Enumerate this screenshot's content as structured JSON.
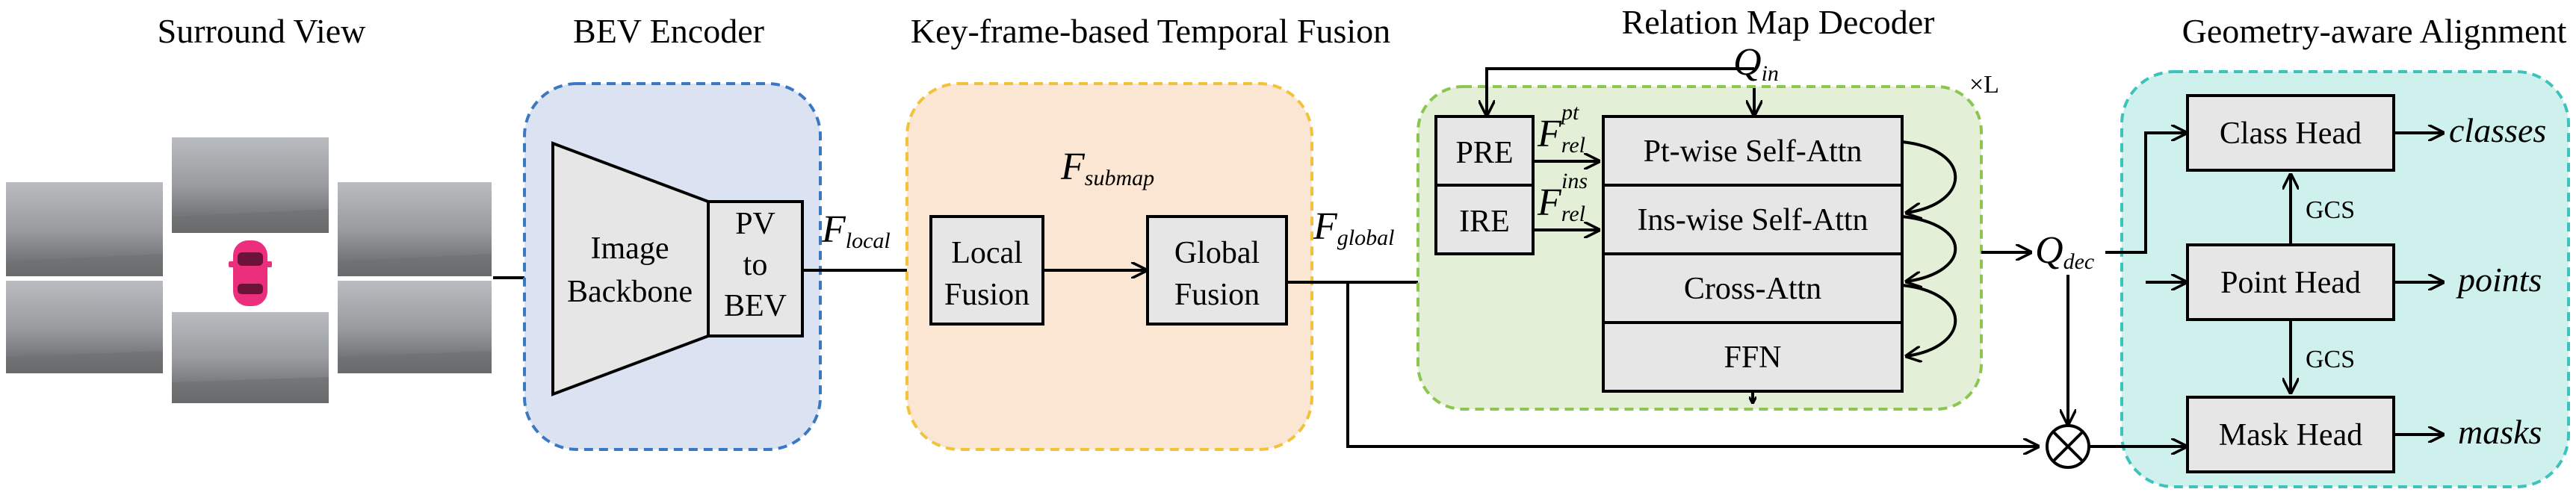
{
  "titles": {
    "surround_view": "Surround View",
    "bev_encoder": "BEV Encoder",
    "temporal_fusion": "Key-frame-based Temporal Fusion",
    "decoder": "Relation Map Decoder",
    "alignment": "Geometry-aware Alignment"
  },
  "encoder": {
    "backbone_line1": "Image",
    "backbone_line2": "Backbone",
    "pv_line1": "PV",
    "pv_line2": "to",
    "pv_line3": "BEV"
  },
  "fusion": {
    "local_line1": "Local",
    "local_line2": "Fusion",
    "global_line1": "Global",
    "global_line2": "Fusion"
  },
  "decoder": {
    "pre": "PRE",
    "ire": "IRE",
    "pt_attn": "Pt-wise Self-Attn",
    "ins_attn": "Ins-wise Self-Attn",
    "cross_attn": "Cross-Attn",
    "ffn": "FFN",
    "repeat": "×L"
  },
  "heads": {
    "class_head": "Class Head",
    "point_head": "Point Head",
    "mask_head": "Mask Head",
    "gcs_upper": "GCS",
    "gcs_lower": "GCS"
  },
  "outputs": {
    "classes": "classes",
    "points": "points",
    "masks": "masks"
  },
  "symbols": {
    "f": "F",
    "q": "Q",
    "local": "local",
    "submap": "submap",
    "global": "global",
    "rel": "rel",
    "pt": "pt",
    "ins": "ins",
    "in": "in",
    "dec": "dec",
    "multiply": "×"
  },
  "colors": {
    "encoder_bg": "#dbe3f3",
    "encoder_border": "#3b78c4",
    "fusion_bg": "#fbe5d3",
    "fusion_border": "#f2c23a",
    "decoder_bg": "#e3efd6",
    "decoder_border": "#8cc54f",
    "align_bg": "#cff1ed",
    "align_border": "#3ec2bc",
    "box_fill": "#e6e6e6"
  },
  "icons": {
    "car": "car-icon",
    "camera_images": "street-photo"
  }
}
